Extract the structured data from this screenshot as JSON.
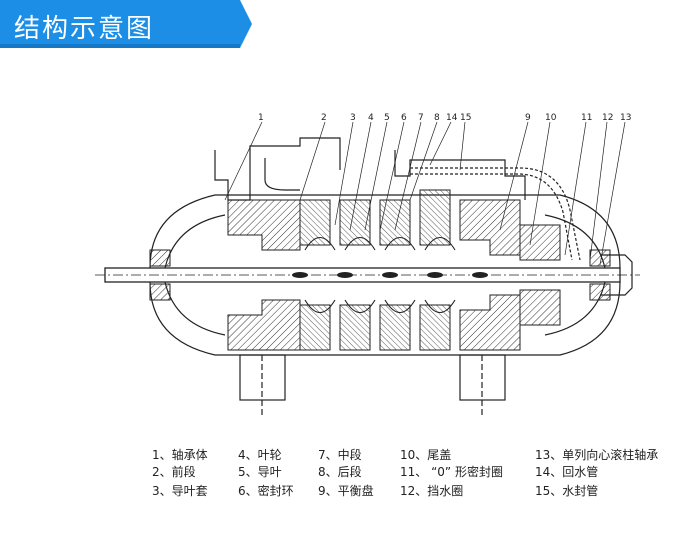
{
  "header": {
    "title": "结构示意图",
    "accent_color": "#1d8ee6"
  },
  "diagram": {
    "callout_numbers": [
      "1",
      "2",
      "3",
      "4",
      "5",
      "6",
      "7",
      "8",
      "14",
      "15",
      "9",
      "10",
      "11",
      "12",
      "13"
    ]
  },
  "legend": {
    "items": [
      "1、轴承体",
      "2、前段",
      "3、导叶套",
      "4、叶轮",
      "5、导叶",
      "6、密封环",
      "7、中段",
      "8、后段",
      "9、平衡盘",
      "10、尾盖",
      "11、 “0” 形密封圈",
      "12、挡水圈",
      "13、单列向心滚柱轴承",
      "14、回水管",
      "15、水封管"
    ]
  }
}
